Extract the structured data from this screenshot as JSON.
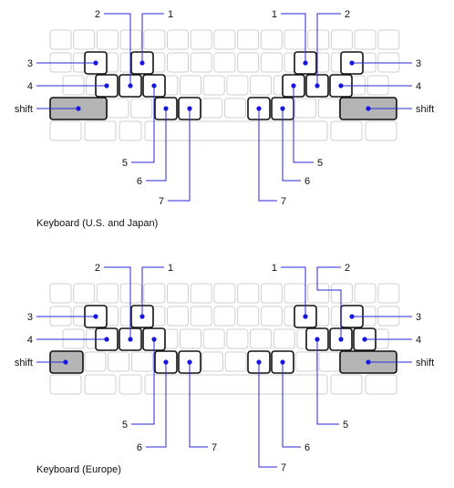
{
  "keyboards": [
    {
      "caption": "Keyboard (U.S. and Japan)",
      "labels": {
        "top_left_2": "2",
        "top_left_1": "1",
        "top_right_1": "1",
        "top_right_2": "2",
        "left_3": "3",
        "left_4": "4",
        "left_shift": "shift",
        "right_3": "3",
        "right_4": "4",
        "right_shift": "shift",
        "bottom_left_5": "5",
        "bottom_left_6": "6",
        "bottom_left_7": "7",
        "bottom_right_5": "5",
        "bottom_right_6": "6",
        "bottom_right_7": "7"
      }
    },
    {
      "caption": "Keyboard (Europe)",
      "labels": {
        "top_left_2": "2",
        "top_left_1": "1",
        "top_right_1": "1",
        "top_right_2": "2",
        "left_3": "3",
        "left_4": "4",
        "left_shift": "shift",
        "right_3": "3",
        "right_4": "4",
        "right_shift": "shift",
        "bottom_left_5": "5",
        "bottom_left_6": "6",
        "bottom_left_7": "7",
        "bottom_right_5": "5",
        "bottom_right_6": "6",
        "bottom_right_7": "7"
      }
    }
  ],
  "colors": {
    "callout_line": "#2a2ad8",
    "dot": "#1616e0",
    "key_outline": "#cfcfcf",
    "highlight_outline": "#111111",
    "shift_fill": "#b4b4b4"
  }
}
